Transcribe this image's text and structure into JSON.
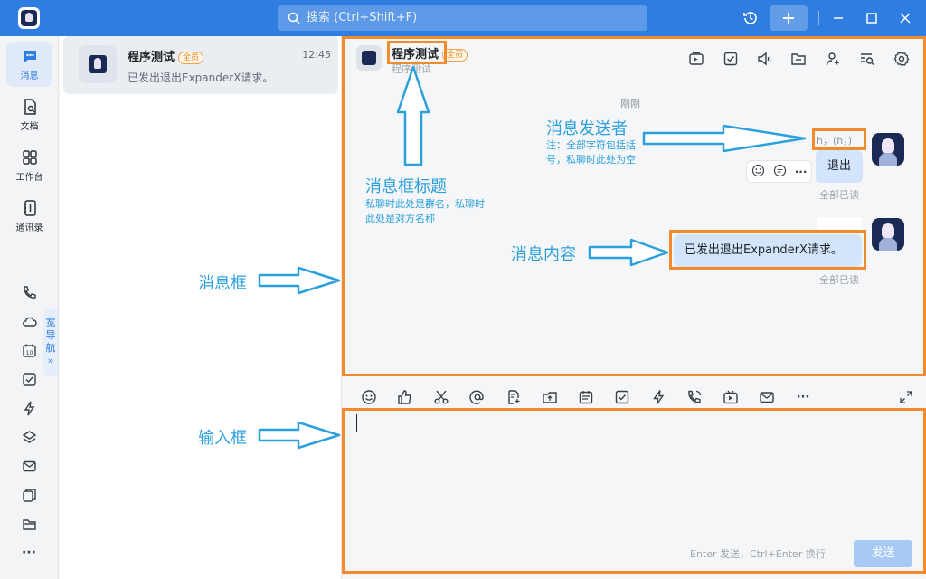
{
  "app": {
    "search_placeholder": "搜索 (Ctrl+Shift+F)"
  },
  "nav": {
    "items": [
      {
        "label": "消息"
      },
      {
        "label": "文档"
      },
      {
        "label": "工作台"
      },
      {
        "label": "通讯录"
      }
    ],
    "wide_nav_label": "宽导航",
    "more_label": "···"
  },
  "conversations": [
    {
      "name": "程序测试",
      "badge": "全员",
      "time": "12:45",
      "preview": "已发出退出ExpanderX请求。"
    }
  ],
  "chat": {
    "title": "程序测试",
    "badge": "全员",
    "subtitle": "程序测试",
    "time_separator": "刚刚",
    "messages": [
      {
        "sender": "h，(h，)",
        "text": "退出",
        "read_status": "全部已读"
      },
      {
        "sender": "",
        "text": "已发出退出ExpanderX请求。",
        "read_status": "全部已读"
      }
    ]
  },
  "input": {
    "hint": "Enter 发送，Ctrl+Enter 换行",
    "send_label": "发送"
  },
  "annotations": {
    "title_label": "消息框标题",
    "title_note": "私聊时此处是群名，私聊时此处是对方名称",
    "sender_label": "消息发送者",
    "sender_note": "注：全部字符包括括号，私聊时此处为空",
    "content_label": "消息内容",
    "message_box_label": "消息框",
    "input_box_label": "输入框"
  },
  "colors": {
    "brand": "#2f7de1",
    "annotation_box": "#f28a2e",
    "annotation_text": "#2ba0dd",
    "bubble": "#d3e5fb"
  }
}
